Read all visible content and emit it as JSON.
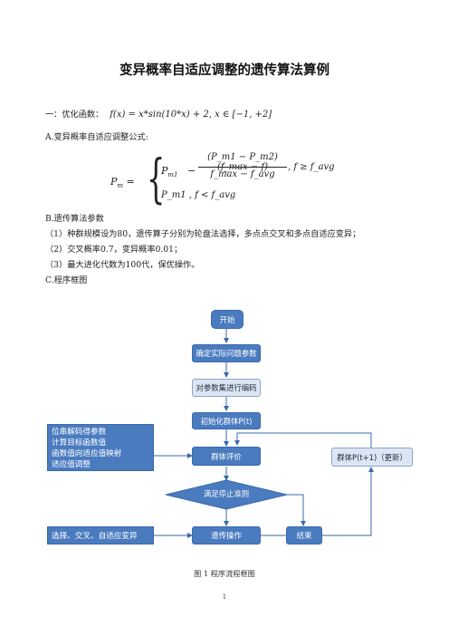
{
  "title": "变异概率自适应调整的遗传算法算例",
  "problem": {
    "prefix": "一：优化函数：",
    "formula": "f(x) = x*sin(10*x) + 2, x ∈ [−1, +2]"
  },
  "section_a": {
    "heading": "A.变异概率自适应调整公式:",
    "formula": {
      "lhs": "P",
      "lhs_sub": "m",
      "case1_lead": "P",
      "case1_lead_sub": "m1",
      "case1_minus": "−",
      "numerator": "(P_m1 − P_m2)(f_max − f)",
      "denominator": "f_max − f_avg",
      "case1_cond": ", f ≥ f_avg",
      "case2": "P_m1 , f < f_avg"
    }
  },
  "section_b": {
    "heading": "B.遗传算法参数",
    "items": [
      "（1）种群规模设为80，遗传算子分别为轮盘法选择，多点点交叉和多点自适应变异；",
      "（2）交叉概率0.7，变异概率0.01；",
      "（3）最大进化代数为100代，保优操作。"
    ]
  },
  "section_c": {
    "heading": "C.程序框图"
  },
  "flowchart": {
    "start": "开始",
    "step1": "确定实际问题参数",
    "step2": "对参数集进行编码",
    "step3": "初始化群体P(t)",
    "step4": "群体评价",
    "decision": "满足停止准则",
    "step5": "遗传操作",
    "end": "结束",
    "update": "群体P(t+1)（更新）",
    "note1": [
      "位串解码得参数",
      "计算目标函数值",
      "函数值向适应值映射",
      "适应值调整"
    ],
    "note2": "选择、交叉、自适应变异",
    "colors": {
      "box": "#4a7bbf",
      "light_box": "#dce6f2",
      "arrow": "#3a6aa9"
    }
  },
  "caption": "图 1 程序流程框图",
  "page_number": "1"
}
